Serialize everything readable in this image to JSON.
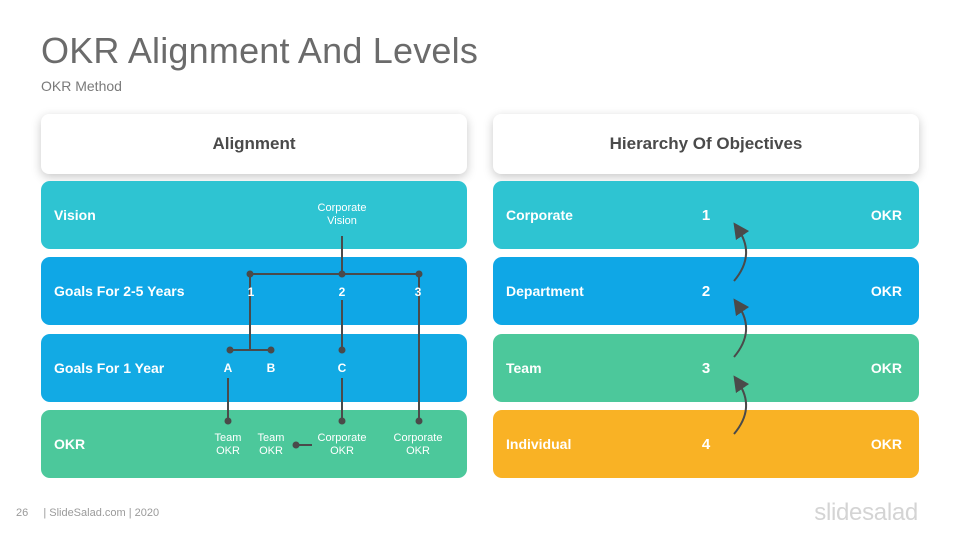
{
  "title": "OKR Alignment And Levels",
  "subtitle": "OKR Method",
  "left": {
    "header": "Alignment",
    "rows": [
      {
        "label": "Vision"
      },
      {
        "label": "Goals For 2-5 Years"
      },
      {
        "label": "Goals For 1 Year"
      },
      {
        "label": "OKR"
      }
    ],
    "corporate_vision": "Corporate\nVision",
    "goals_numbers": [
      "1",
      "2",
      "3"
    ],
    "year_letters": [
      "A",
      "B",
      "C"
    ],
    "okr_nodes": [
      "Team\nOKR",
      "Team\nOKR",
      "Corporate\nOKR",
      "Corporate\nOKR"
    ]
  },
  "right": {
    "header": "Hierarchy Of Objectives",
    "rows": [
      {
        "label": "Corporate",
        "number": "1",
        "tag": "OKR"
      },
      {
        "label": "Department",
        "number": "2",
        "tag": "OKR"
      },
      {
        "label": "Team",
        "number": "3",
        "tag": "OKR"
      },
      {
        "label": "Individual",
        "number": "4",
        "tag": "OKR"
      }
    ]
  },
  "footer": {
    "page_number": "26",
    "text": "| SlideSalad.com | 2020",
    "logo": "slidesalad"
  },
  "colors": {
    "vision": "#2ec4d2",
    "blue": "#0fa7e6",
    "green": "#4cc89b",
    "orange": "#f9b225",
    "connector": "#4a4a4a"
  }
}
